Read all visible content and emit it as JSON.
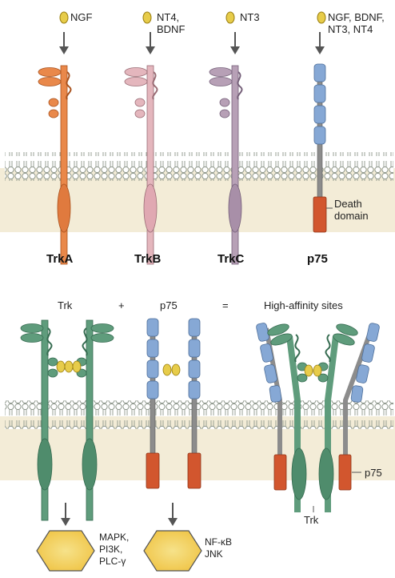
{
  "colors": {
    "background": "#ffffff",
    "membrane_band": "#f3ecd7",
    "membrane_lipid": "#9aa396",
    "ligand": "#e7cc4a",
    "trkA": "#e9884a",
    "trkB": "#e4b6bd",
    "trkC": "#b7a0b6",
    "trk_green": "#5f9c7c",
    "p75_blue": "#86a8d5",
    "death_domain": "#d2562e",
    "stalk_gray": "#8c8c8c",
    "hexagon": "#f3d25b",
    "arrow": "#555555"
  },
  "top_panel": {
    "receptors": [
      {
        "name": "TrkA",
        "ligand": "NGF",
        "color": "trkA"
      },
      {
        "name": "TrkB",
        "ligand": "NT4,\nBDNF",
        "color": "trkB"
      },
      {
        "name": "TrkC",
        "ligand": "NT3",
        "color": "trkC"
      },
      {
        "name": "p75",
        "ligand": "NGF, BDNF,\nNT3, NT4",
        "color": "p75_blue"
      }
    ],
    "death_domain_label": "Death\ndomain"
  },
  "bottom_panel": {
    "equation": {
      "term1": "Trk",
      "plus": "+",
      "term2": "p75",
      "equals": "=",
      "result": "High-affinity sites"
    },
    "complex_labels": {
      "p75": "p75",
      "trk": "Trk"
    },
    "signaling": [
      {
        "icon": "hexagon-icon",
        "text": "MAPK,\nPI3K,\nPLC-γ"
      },
      {
        "icon": "hexagon-icon",
        "text": "NF-κB\nJNK"
      }
    ]
  }
}
